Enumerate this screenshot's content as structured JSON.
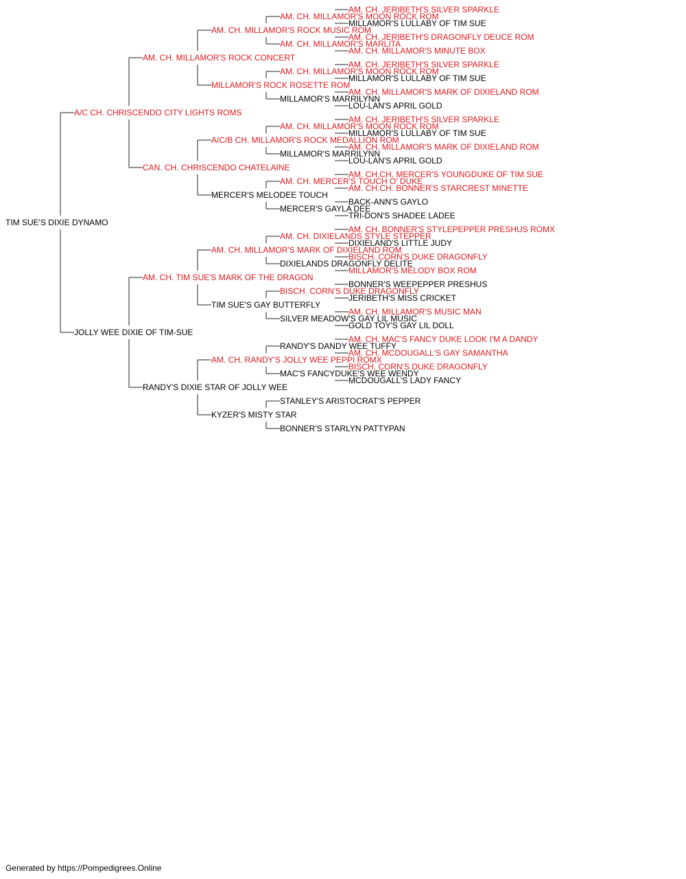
{
  "colors": {
    "champion": "#e0191e",
    "normal": "#000000",
    "line": "#222222"
  },
  "footer": "Generated by https://Pompedigrees.Online",
  "generations": [
    [
      {
        "name": "TIM SUE'S DIXIE DYNAMO",
        "champion": false
      }
    ],
    [
      {
        "name": "A/C CH. CHRISCENDO CITY LIGHTS ROMS",
        "champion": true
      },
      {
        "name": "JOLLY WEE DIXIE OF TIM-SUE",
        "champion": false
      }
    ],
    [
      {
        "name": "AM. CH. MILLAMOR'S ROCK CONCERT",
        "champion": true
      },
      {
        "name": "CAN. CH. CHRISCENDO CHATELAINE",
        "champion": true
      },
      {
        "name": "AM. CH. TIM SUE'S MARK OF THE DRAGON",
        "champion": true
      },
      {
        "name": "RANDY'S DIXIE STAR OF JOLLY WEE",
        "champion": false
      }
    ],
    [
      {
        "name": "AM. CH. MILLAMOR'S ROCK MUSIC ROM",
        "champion": true
      },
      {
        "name": "MILLAMOR'S ROCK ROSETTE ROM",
        "champion": true
      },
      {
        "name": "A/C/B CH. MILLAMOR'S ROCK MEDALLION ROM",
        "champion": true
      },
      {
        "name": "MERCER'S MELODEE TOUCH",
        "champion": false
      },
      {
        "name": "AM. CH. MILLAMOR'S MARK OF DIXIELAND ROM",
        "champion": true
      },
      {
        "name": "TIM SUE'S GAY BUTTERFLY",
        "champion": false
      },
      {
        "name": "AM. CH. RANDY'S JOLLY WEE PEPPI ROMX",
        "champion": true
      },
      {
        "name": "KYZER'S MISTY STAR",
        "champion": false
      }
    ],
    [
      {
        "name": "AM. CH. MILLAMOR'S MOON ROCK ROM",
        "champion": true
      },
      {
        "name": "AM. CH. MILLAMOR'S MARLITA",
        "champion": true
      },
      {
        "name": "AM. CH. MILLAMOR'S MOON ROCK ROM",
        "champion": true
      },
      {
        "name": "MILLAMOR'S MARRILYNN",
        "champion": false
      },
      {
        "name": "AM. CH. MILLAMOR'S MOON ROCK ROM",
        "champion": true
      },
      {
        "name": "MILLAMOR'S MARRILYNN",
        "champion": false
      },
      {
        "name": "AM. CH. MERCER'S TOUCH O' DUKE",
        "champion": true
      },
      {
        "name": "MERCER'S GAYLA DEE",
        "champion": false
      },
      {
        "name": "AM. CH. DIXIELANDS STYLE STEPPER",
        "champion": true
      },
      {
        "name": "DIXIELANDS DRAGONFLY DELITE",
        "champion": false
      },
      {
        "name": "BISCH. CORN'S DUKE DRAGONFLY",
        "champion": true
      },
      {
        "name": "SILVER MEADOW'S GAY LIL MUSIC",
        "champion": false
      },
      {
        "name": "RANDY'S DANDY WEE TUFFY",
        "champion": false
      },
      {
        "name": "MAC'S FANCYDUKE'S WEE WENDY",
        "champion": false
      },
      {
        "name": "STANLEY'S ARISTOCRAT'S PEPPER",
        "champion": false
      },
      {
        "name": "BONNER'S STARLYN PATTYPAN",
        "champion": false
      }
    ],
    [
      {
        "name": "AM. CH. JERIBETH'S SILVER SPARKLE",
        "champion": true
      },
      {
        "name": "MILLAMOR'S LULLABY OF TIM SUE",
        "champion": false
      },
      {
        "name": "AM. CH. JERIBETH'S DRAGONFLY DEUCE ROM",
        "champion": true
      },
      {
        "name": "AM. CH. MILLAMOR'S MINUTE BOX",
        "champion": true
      },
      {
        "name": "AM. CH. JERIBETH'S SILVER SPARKLE",
        "champion": true
      },
      {
        "name": "MILLAMOR'S LULLABY OF TIM SUE",
        "champion": false
      },
      {
        "name": "AM. CH. MILLAMOR'S MARK OF DIXIELAND ROM",
        "champion": true
      },
      {
        "name": "LOU-LAN'S APRIL GOLD",
        "champion": false
      },
      {
        "name": "AM. CH. JERIBETH'S SILVER SPARKLE",
        "champion": true
      },
      {
        "name": "MILLAMOR'S LULLABY OF TIM SUE",
        "champion": false
      },
      {
        "name": "AM. CH. MILLAMOR'S MARK OF DIXIELAND ROM",
        "champion": true
      },
      {
        "name": "LOU-LAN'S APRIL GOLD",
        "champion": false
      },
      {
        "name": "AM. CH.CH. MERCER'S YOUNGDUKE OF TIM SUE",
        "champion": true
      },
      {
        "name": "AM. CH.CH. BONNER'S STARCREST MINETTE",
        "champion": true
      },
      {
        "name": "BACK-ANN'S GAYLO",
        "champion": false
      },
      {
        "name": "TRI-DON'S SHADEE LADEE",
        "champion": false
      },
      {
        "name": "AM. CH. BONNER'S STYLEPEPPER PRESHUS ROMX",
        "champion": true
      },
      {
        "name": "DIXIELAND'S LITTLE JUDY",
        "champion": false
      },
      {
        "name": "BISCH. CORN'S DUKE DRAGONFLY",
        "champion": true
      },
      {
        "name": "MILLAMOR'S MELODY BOX ROM",
        "champion": true
      },
      {
        "name": "BONNER'S WEEPEPPER PRESHUS",
        "champion": false
      },
      {
        "name": "JERIBETH'S MISS CRICKET",
        "champion": false
      },
      {
        "name": "AM. CH. MILLAMOR'S MUSIC MAN",
        "champion": true
      },
      {
        "name": "GOLD TOY'S GAY LIL DOLL",
        "champion": false
      },
      {
        "name": "AM. CH. MAC'S FANCY DUKE LOOK I'M A DANDY",
        "champion": true
      },
      {
        "name": "AM. CH. MCDOUGALL'S GAY SAMANTHA",
        "champion": true
      },
      {
        "name": "BISCH. CORN'S DUKE DRAGONFLY",
        "champion": true
      },
      {
        "name": "MCDOUGALL'S LADY FANCY",
        "champion": false
      },
      null,
      null,
      null,
      null
    ]
  ]
}
